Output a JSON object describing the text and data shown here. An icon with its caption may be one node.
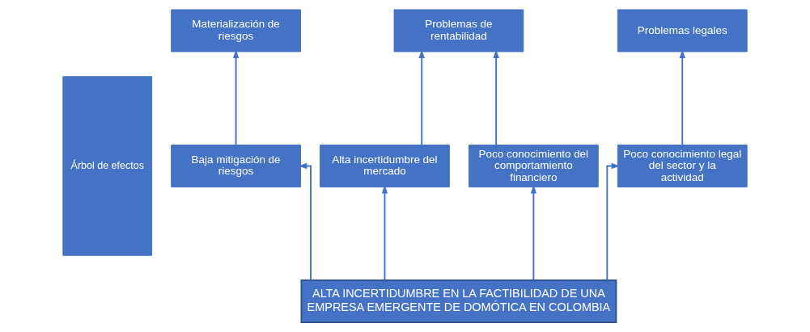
{
  "diagram": {
    "nodes": [
      {
        "text": [
          "Árbol de efectos"
        ]
      },
      {
        "text": [
          "Materialización de riesgos"
        ]
      },
      {
        "text": [
          "Problemas de rentabilidad"
        ]
      },
      {
        "text": [
          "Problemas legales"
        ]
      },
      {
        "text": [
          "Baja mitigación de riesgos"
        ]
      },
      {
        "text": [
          "Alta incertidumbre del mercado"
        ]
      },
      {
        "text": [
          "Poco conocimiento del comportamiento financiero"
        ]
      },
      {
        "text": [
          "Poco conocimiento legal del sector y la actividad"
        ]
      },
      {
        "text": [
          "ALTA INCERTIDUMBRE EN LA FACTIBILIDAD DE UNA EMPRESA EMERGENTE DE DOMÓTICA EN COLOMBIA"
        ]
      }
    ],
    "edges": [
      {
        "from": 8,
        "to": 4,
        "arrow": "to"
      },
      {
        "from": 8,
        "to": 5,
        "arrow": "to"
      },
      {
        "from": 8,
        "to": 6,
        "arrow": "to"
      },
      {
        "from": 8,
        "to": 7,
        "arrow": "to"
      },
      {
        "from": 4,
        "to": 1,
        "arrow": "to"
      },
      {
        "from": 5,
        "to": 2,
        "arrow": "to"
      },
      {
        "from": 6,
        "to": 2,
        "arrow": "to"
      },
      {
        "from": 7,
        "to": 3,
        "arrow": "to"
      }
    ]
  }
}
